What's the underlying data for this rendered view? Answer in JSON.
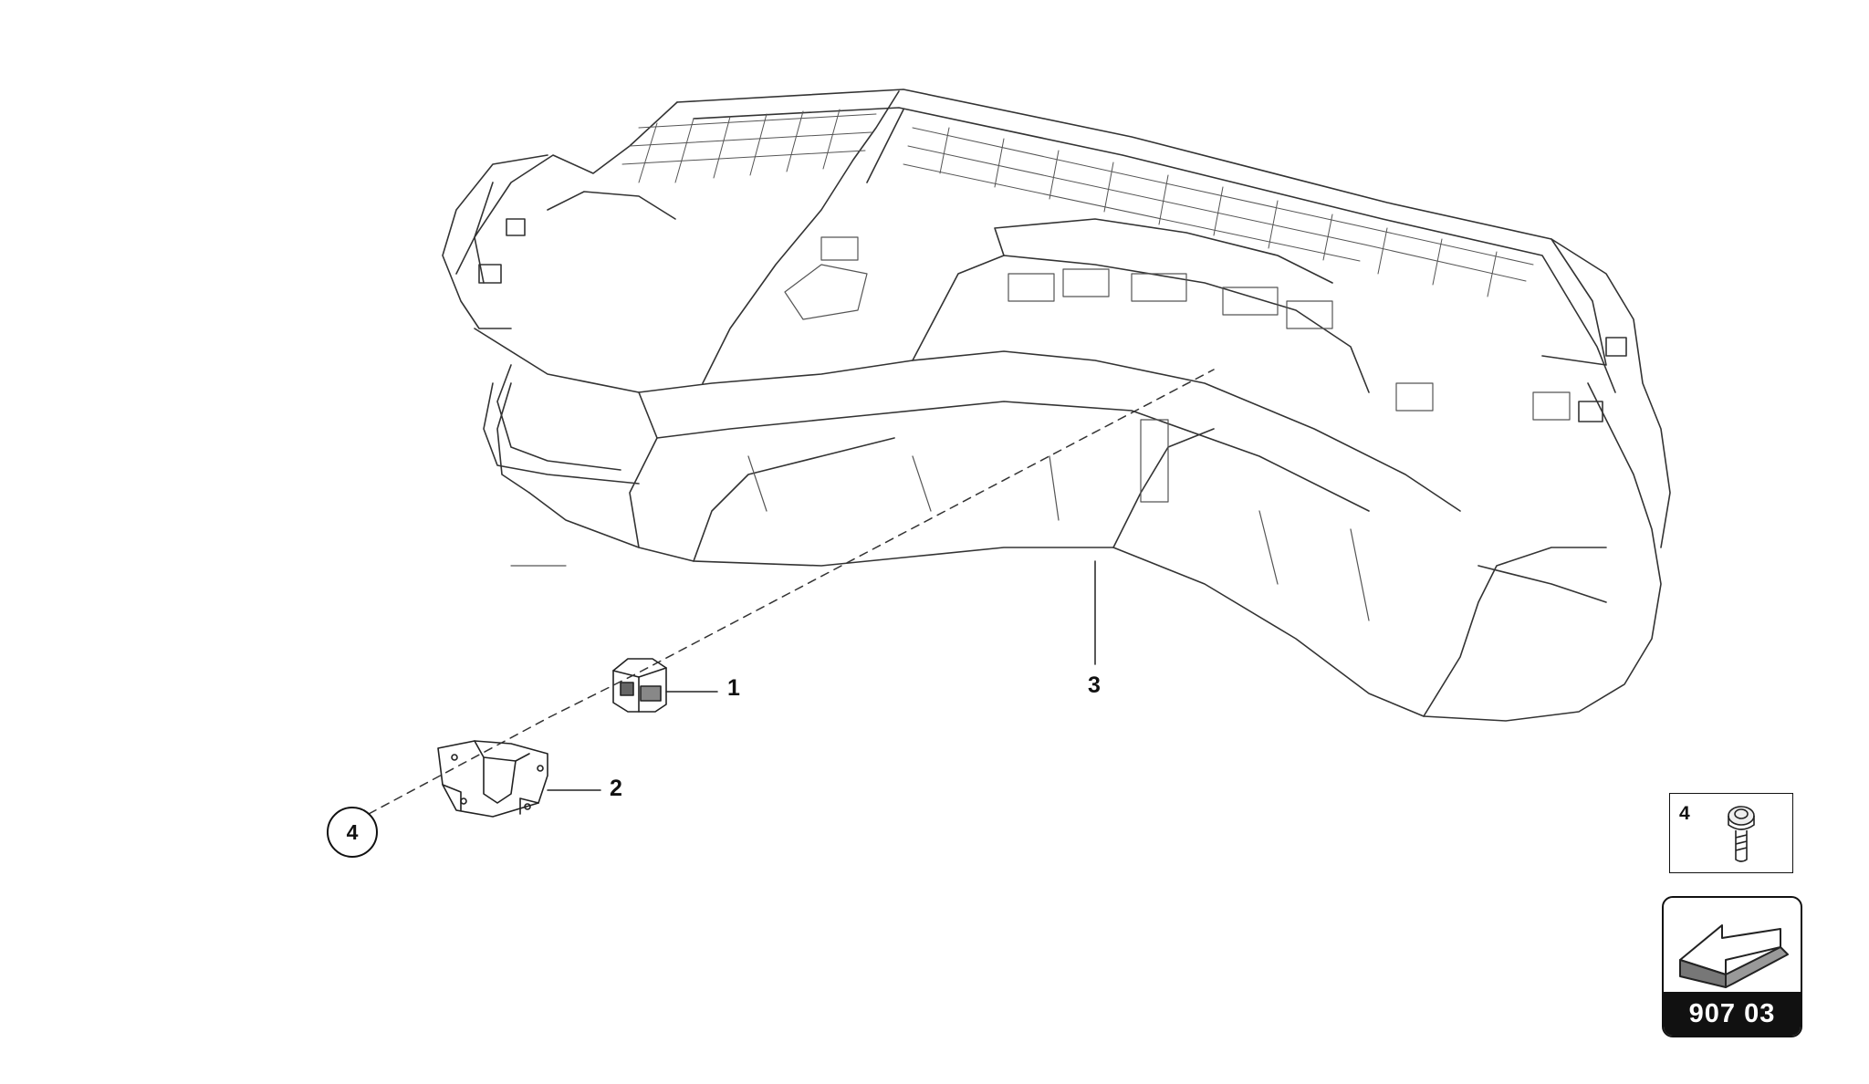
{
  "diagram": {
    "callouts": [
      {
        "id": "1",
        "label": "1"
      },
      {
        "id": "2",
        "label": "2"
      },
      {
        "id": "3",
        "label": "3"
      },
      {
        "id": "4",
        "label": "4"
      }
    ],
    "legend": {
      "number": "4",
      "icon": "screw-icon"
    },
    "navigation": {
      "code": "907 03",
      "icon": "page-arrow-icon"
    }
  }
}
